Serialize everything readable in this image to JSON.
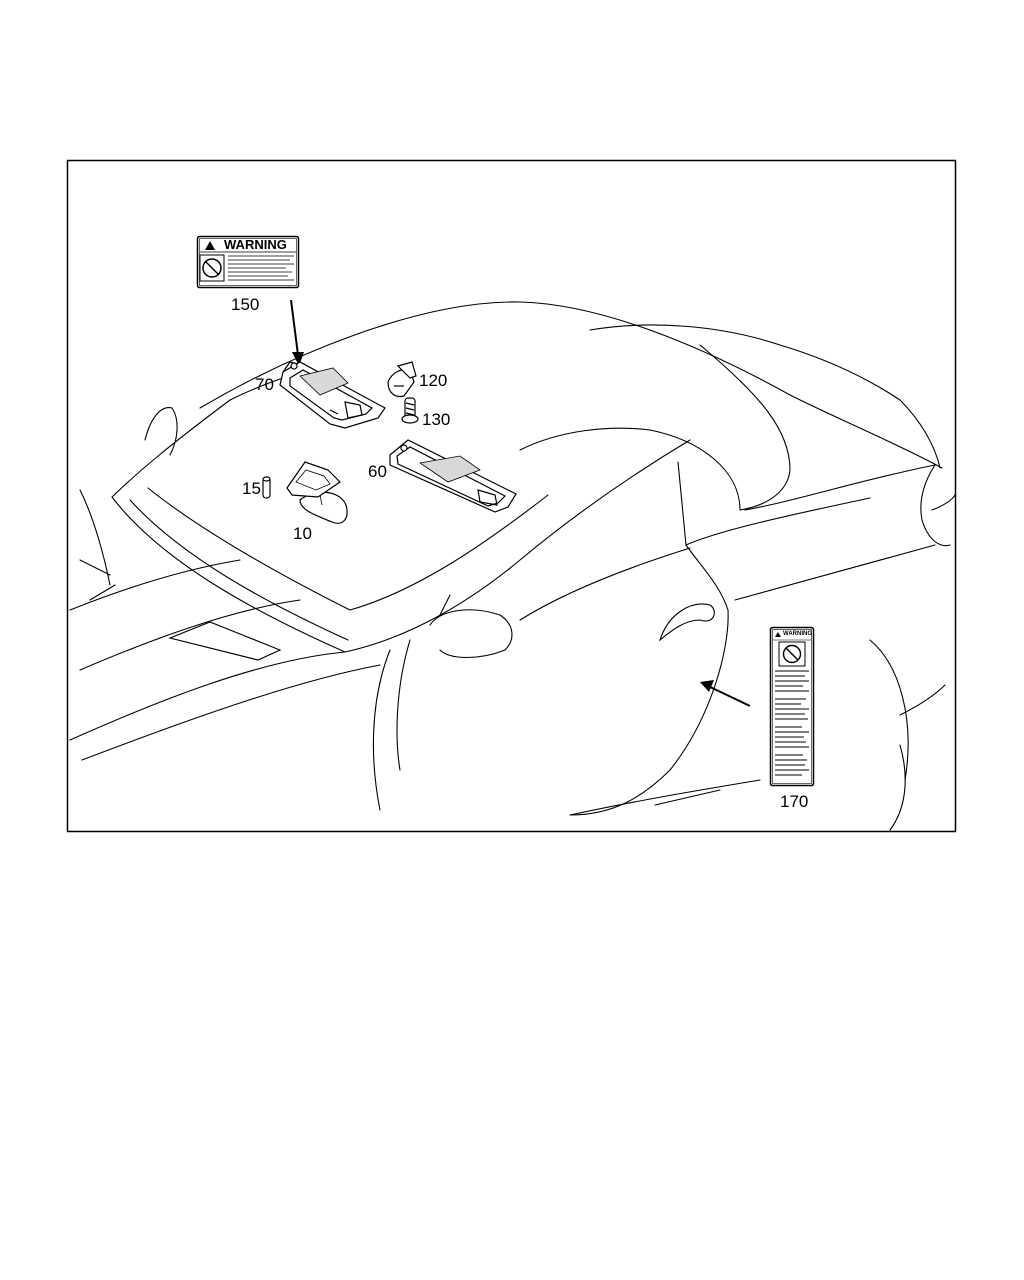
{
  "callouts": {
    "c150": "150",
    "c70": "70",
    "c120": "120",
    "c130": "130",
    "c15": "15",
    "c60": "60",
    "c10": "10",
    "c170": "170"
  },
  "warning_label_large": {
    "heading": "WARNING"
  },
  "warning_label_tall": {
    "heading": "WARNING"
  },
  "colors": {
    "line": "#000000",
    "background": "#ffffff"
  }
}
